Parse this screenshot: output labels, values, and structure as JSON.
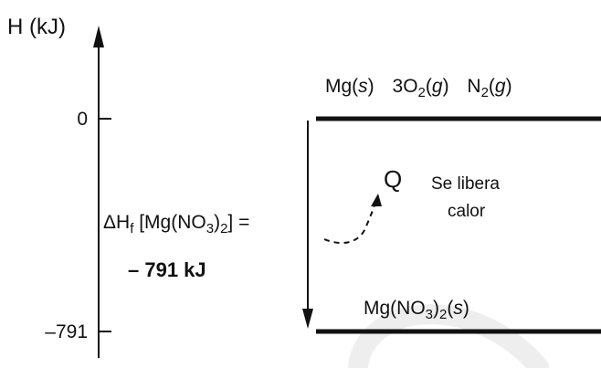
{
  "axis": {
    "label": "H (kJ)",
    "ticks": [
      {
        "label": "0"
      },
      {
        "label": "–791"
      }
    ]
  },
  "top_level": {
    "species": [
      {
        "prefix": "Mg(",
        "phase": "s",
        "suffix": ")"
      },
      {
        "prefix": "3O",
        "sub": "2",
        "open": "(",
        "phase": "g",
        "suffix": ")"
      },
      {
        "prefix": "N",
        "sub": "2",
        "open": "(",
        "phase": "g",
        "suffix": ")"
      }
    ]
  },
  "bottom_level": {
    "prefix": "Mg(NO",
    "sub1": "3",
    "mid": ")",
    "sub2": "2",
    "open": "(",
    "phase": "s",
    "suffix": ")"
  },
  "enthalpy_label": {
    "delta": "ΔH",
    "sub_f": "f",
    "bracket_open": " [Mg(NO",
    "sub1": "3",
    "mid": ")",
    "sub2": "2",
    "bracket_close": "] =",
    "value": "– 791 kJ"
  },
  "heat": {
    "symbol": "Q",
    "note_line1": "Se libera",
    "note_line2": "calor"
  },
  "colors": {
    "ink": "#111111",
    "watermark": "#eeeeee",
    "background": "#ffffff"
  }
}
